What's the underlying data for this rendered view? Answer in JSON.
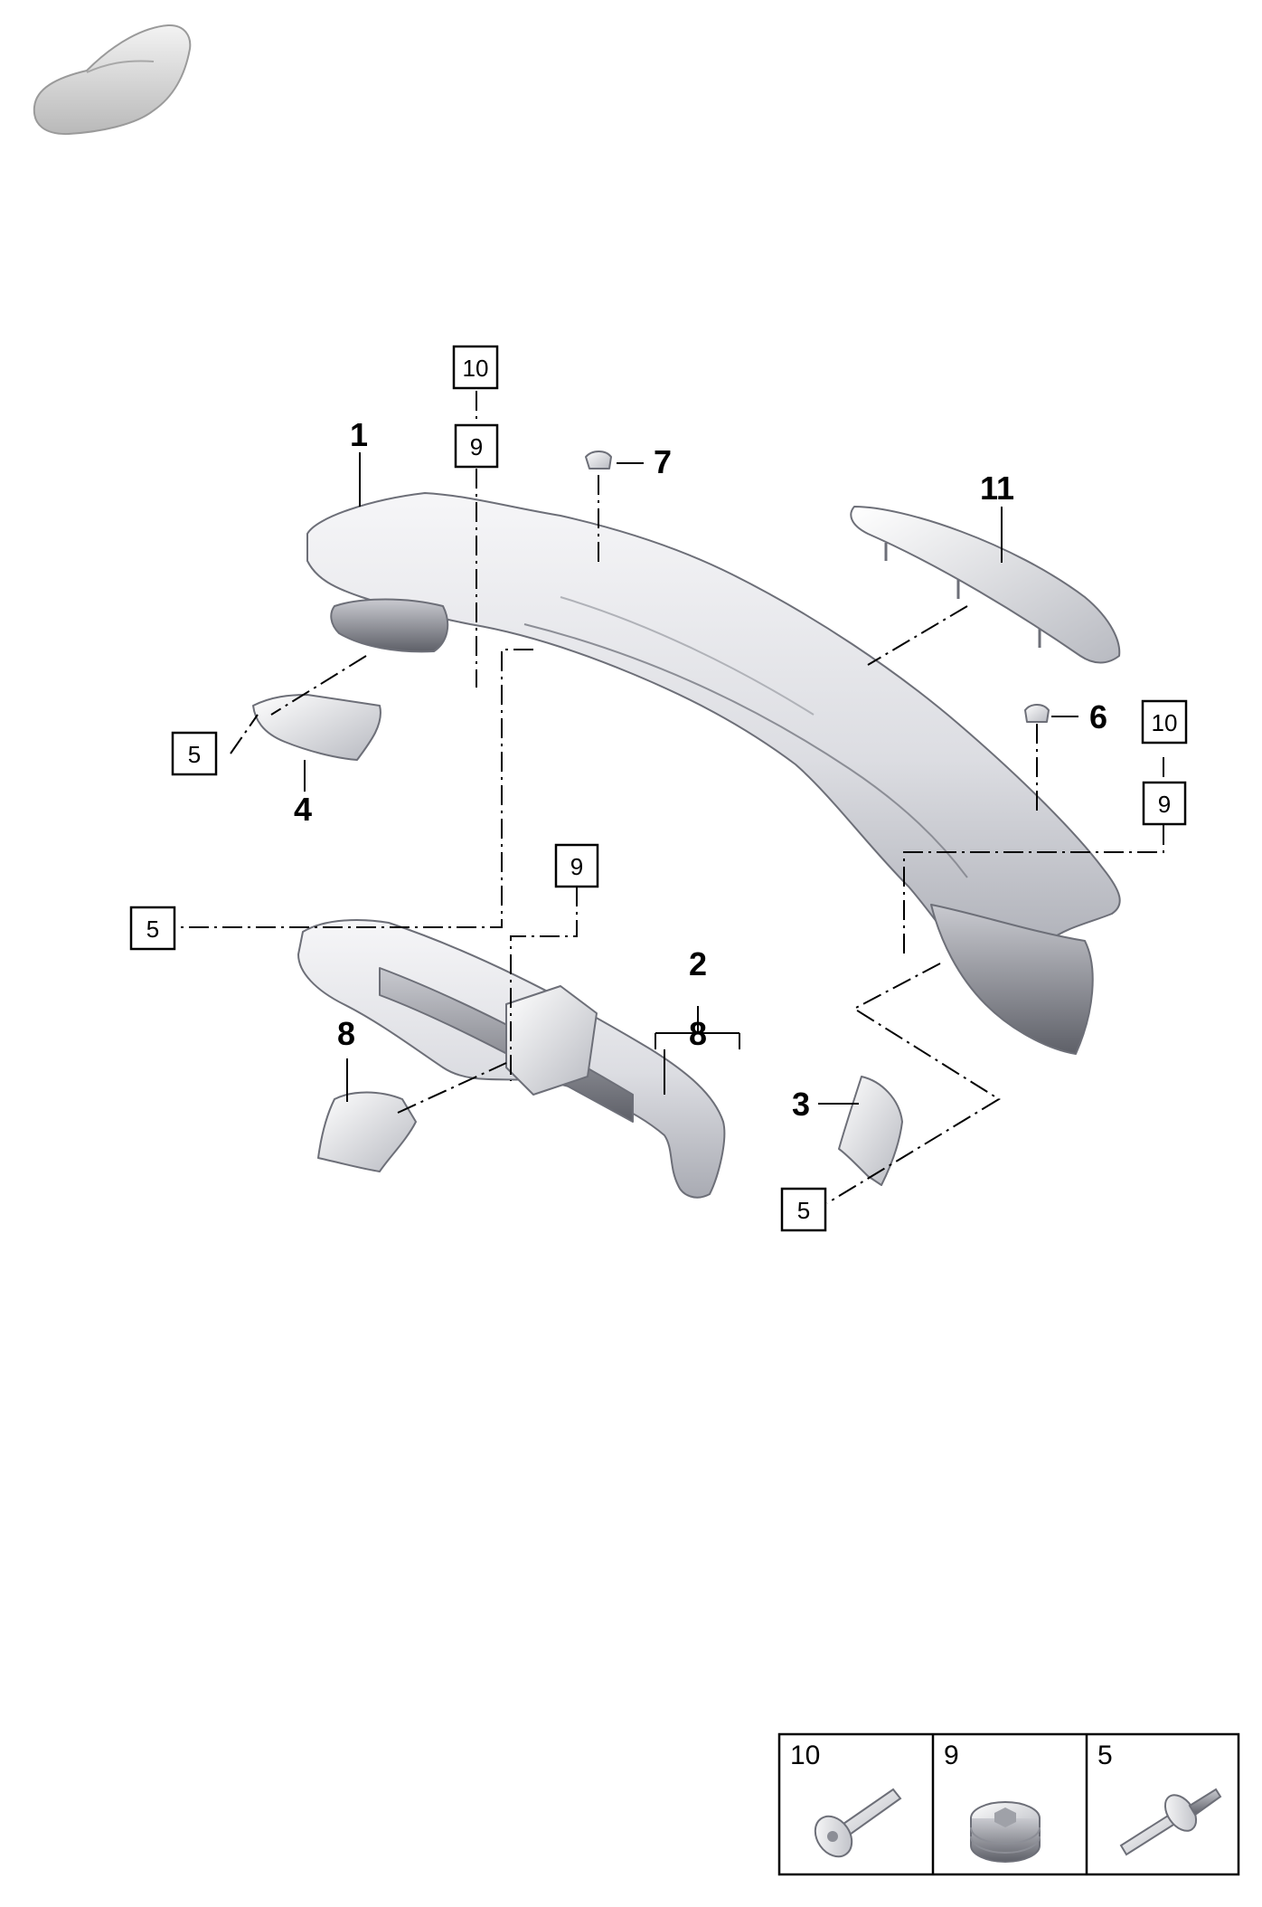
{
  "callouts": {
    "c1": "1",
    "c2": "2",
    "c3": "3",
    "c4": "4",
    "c6": "6",
    "c7": "7",
    "c8a": "8",
    "c8b": "8",
    "c11": "11"
  },
  "boxed_refs": {
    "b10_top": "10",
    "b9_top": "9",
    "b10_right": "10",
    "b9_right": "9",
    "b9_mid": "9",
    "b5_left_upper": "5",
    "b5_left_lower": "5",
    "b5_bottom": "5"
  },
  "legend": [
    {
      "label": "10",
      "icon": "bolt-icon"
    },
    {
      "label": "9",
      "icon": "threaded-plug-icon"
    },
    {
      "label": "5",
      "icon": "expansion-rivet-icon"
    }
  ],
  "colors": {
    "part_light": "#f2f2f4",
    "part_mid": "#c9cad0",
    "part_dark": "#6d6f78",
    "line": "#000000"
  }
}
